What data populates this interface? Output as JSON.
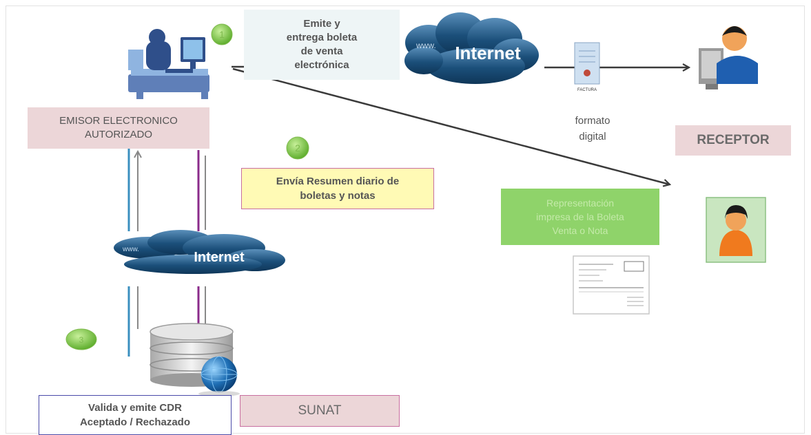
{
  "emit_label": "Emite y\nentrega boleta\nde venta\nelectrónica",
  "internet_top_label": "Internet",
  "internet_mid_label": "Internet",
  "cloud_prefix": "www.",
  "factura_label": "FACTURA",
  "formato_label": "formato\ndigital",
  "receptor_label": "RECEPTOR",
  "emisor_label": "EMISOR  ELECTRONICO\nAUTORIZADO",
  "resumen_label": "Envía Resumen diario de\nboletas y notas",
  "representacion_label": "Representación\nimpresa de la Boleta\nVenta o Nota",
  "valida_label": "Valida y emite CDR\nAceptado / Rechazado",
  "sunat_label": "SUNAT",
  "step_badges": [
    "1",
    "2",
    "3"
  ],
  "colors": {
    "pink_box": "#ecd6d8",
    "yellow_box": "#fffab5",
    "yellow_border": "#c86ea0",
    "green_box": "#8fd36a",
    "cloud_dark": "#1b4f7a",
    "arrow_blue": "#3a8fbf",
    "arrow_purple": "#8a2a8a",
    "arrow_gray": "#888888",
    "arrow_dark": "#3a3a3a"
  }
}
